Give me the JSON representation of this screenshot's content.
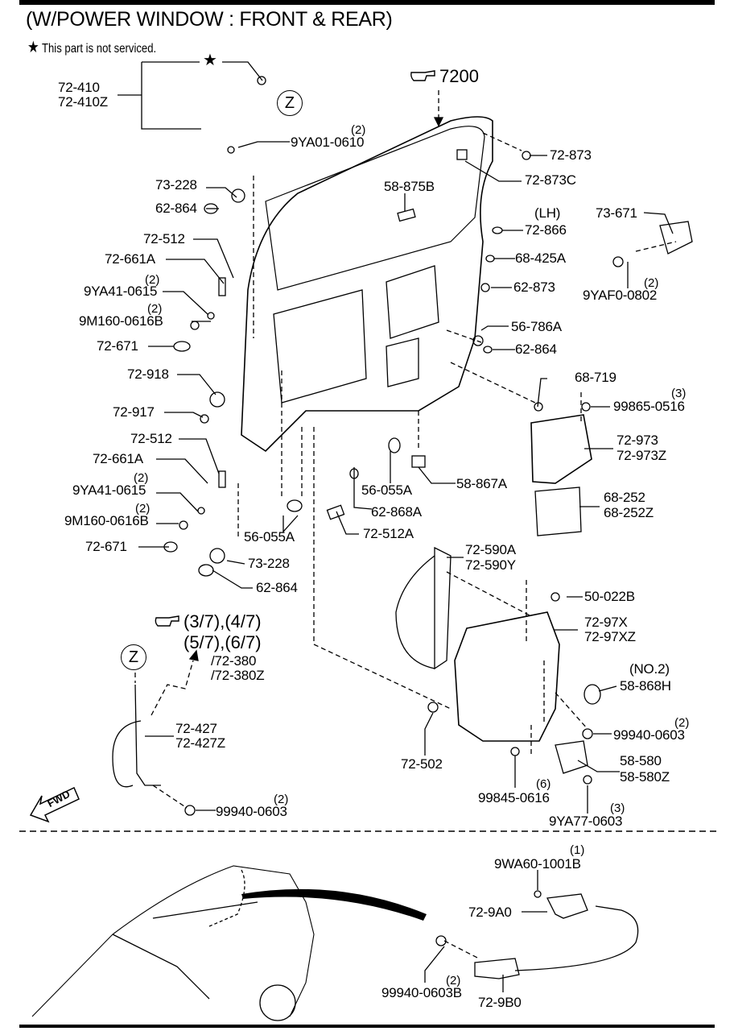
{
  "header": {
    "title": "(W/POWER WINDOW : FRONT & REAR)",
    "note_symbol": "★",
    "note": "This part is not serviced."
  },
  "references": {
    "main": "7200",
    "sub_line1": "(3/7),(4/7)",
    "sub_line2": "(5/7),(6/7)",
    "sub_part1": "/72-380",
    "sub_part2": "/72-380Z",
    "pointer_icon": "pointing-hand-icon"
  },
  "callouts": {
    "detail_z": "Z",
    "detail_z_ref": "Z",
    "fwd": "FWD",
    "star": "★"
  },
  "parts": [
    {
      "id": "p_72_410",
      "label": "72-410"
    },
    {
      "id": "p_72_410z",
      "label": "72-410Z"
    },
    {
      "id": "p_9ya01_0610",
      "label": "9YA01-0610",
      "qty": "(2)"
    },
    {
      "id": "p_73_228_top",
      "label": "73-228"
    },
    {
      "id": "p_62_864_top",
      "label": "62-864"
    },
    {
      "id": "p_72_512_top",
      "label": "72-512"
    },
    {
      "id": "p_72_661a_top",
      "label": "72-661A"
    },
    {
      "id": "p_9ya41_0615_top",
      "label": "9YA41-0615",
      "qty": "(2)"
    },
    {
      "id": "p_9m160_0616b_top",
      "label": "9M160-0616B",
      "qty": "(2)"
    },
    {
      "id": "p_72_671_top",
      "label": "72-671"
    },
    {
      "id": "p_72_918",
      "label": "72-918"
    },
    {
      "id": "p_72_917",
      "label": "72-917"
    },
    {
      "id": "p_72_512_bot",
      "label": "72-512"
    },
    {
      "id": "p_72_661a_bot",
      "label": "72-661A"
    },
    {
      "id": "p_9ya41_0615_bot",
      "label": "9YA41-0615",
      "qty": "(2)"
    },
    {
      "id": "p_9m160_0616b_bot",
      "label": "9M160-0616B",
      "qty": "(2)"
    },
    {
      "id": "p_72_671_bot",
      "label": "72-671"
    },
    {
      "id": "p_73_228_bot",
      "label": "73-228"
    },
    {
      "id": "p_62_864_bot",
      "label": "62-864"
    },
    {
      "id": "p_56_055a_left",
      "label": "56-055A"
    },
    {
      "id": "p_56_055a_mid",
      "label": "56-055A"
    },
    {
      "id": "p_62_868a",
      "label": "62-868A"
    },
    {
      "id": "p_72_512a",
      "label": "72-512A"
    },
    {
      "id": "p_58_867a",
      "label": "58-867A"
    },
    {
      "id": "p_58_875b",
      "label": "58-875B"
    },
    {
      "id": "p_72_873",
      "label": "72-873"
    },
    {
      "id": "p_72_873c",
      "label": "72-873C"
    },
    {
      "id": "p_72_866",
      "label": "72-866",
      "qualifier": "(LH)"
    },
    {
      "id": "p_68_425a",
      "label": "68-425A"
    },
    {
      "id": "p_62_873",
      "label": "62-873"
    },
    {
      "id": "p_56_786a",
      "label": "56-786A"
    },
    {
      "id": "p_62_864_right",
      "label": "62-864"
    },
    {
      "id": "p_73_671",
      "label": "73-671"
    },
    {
      "id": "p_9yaf0_0802",
      "label": "9YAF0-0802",
      "qty": "(2)"
    },
    {
      "id": "p_68_719",
      "label": "68-719"
    },
    {
      "id": "p_99865_0516",
      "label": "99865-0516",
      "qty": "(3)"
    },
    {
      "id": "p_72_973",
      "label": "72-973"
    },
    {
      "id": "p_72_973z",
      "label": "72-973Z"
    },
    {
      "id": "p_68_252",
      "label": "68-252"
    },
    {
      "id": "p_68_252z",
      "label": "68-252Z"
    },
    {
      "id": "p_72_590a",
      "label": "72-590A"
    },
    {
      "id": "p_72_590y",
      "label": "72-590Y"
    },
    {
      "id": "p_50_022b",
      "label": "50-022B"
    },
    {
      "id": "p_72_97x",
      "label": "72-97X"
    },
    {
      "id": "p_72_97xz",
      "label": "72-97XZ"
    },
    {
      "id": "p_58_868h",
      "label": "58-868H",
      "qualifier": "(NO.2)"
    },
    {
      "id": "p_99940_0603_right",
      "label": "99940-0603",
      "qty": "(2)"
    },
    {
      "id": "p_58_580",
      "label": "58-580"
    },
    {
      "id": "p_58_580z",
      "label": "58-580Z"
    },
    {
      "id": "p_72_502",
      "label": "72-502"
    },
    {
      "id": "p_99845_0616",
      "label": "99845-0616",
      "qty": "(6)"
    },
    {
      "id": "p_9ya77_0603",
      "label": "9YA77-0603",
      "qty": "(3)"
    },
    {
      "id": "p_72_427",
      "label": "72-427"
    },
    {
      "id": "p_72_427z",
      "label": "72-427Z"
    },
    {
      "id": "p_99940_0603_left",
      "label": "99940-0603",
      "qty": "(2)"
    },
    {
      "id": "p_9wa60_1001b",
      "label": "9WA60-1001B",
      "qty": "(1)"
    },
    {
      "id": "p_72_9a0",
      "label": "72-9A0"
    },
    {
      "id": "p_99940_0603b",
      "label": "99940-0603B",
      "qty": "(2)"
    },
    {
      "id": "p_72_9b0",
      "label": "72-9B0"
    }
  ]
}
